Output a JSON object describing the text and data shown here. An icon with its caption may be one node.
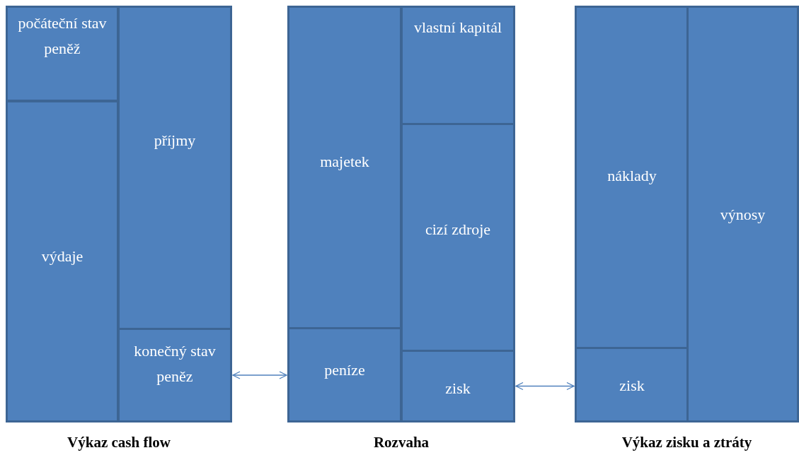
{
  "diagram": {
    "nodes": [
      {
        "text": [
          "Výkaz cash flow"
        ]
      },
      {
        "text": [
          "počáteční stav peněž"
        ],
        "in": 0
      },
      {
        "text": [
          "výdaje"
        ],
        "in": 0
      },
      {
        "text": [
          "příjmy"
        ],
        "in": 0
      },
      {
        "text": [
          "konečný stav peněz"
        ],
        "in": 0
      },
      {
        "text": [
          "Rozvaha"
        ]
      },
      {
        "text": [
          "majetek"
        ],
        "in": 5
      },
      {
        "text": [
          "peníze"
        ],
        "in": 5
      },
      {
        "text": [
          "vlastní kapitál"
        ],
        "in": 5
      },
      {
        "text": [
          "cizí zdroje"
        ],
        "in": 5
      },
      {
        "text": [
          "zisk"
        ],
        "in": 5
      },
      {
        "text": [
          "Výkaz zisku a ztráty"
        ]
      },
      {
        "text": [
          "náklady"
        ],
        "in": 11
      },
      {
        "text": [
          "zisk"
        ],
        "in": 11
      },
      {
        "text": [
          "výnosy"
        ],
        "in": 11
      }
    ],
    "edges": [
      {
        "from": 4,
        "to": 7,
        "arrow": "both"
      },
      {
        "from": 10,
        "to": 13,
        "arrow": "both"
      }
    ]
  }
}
